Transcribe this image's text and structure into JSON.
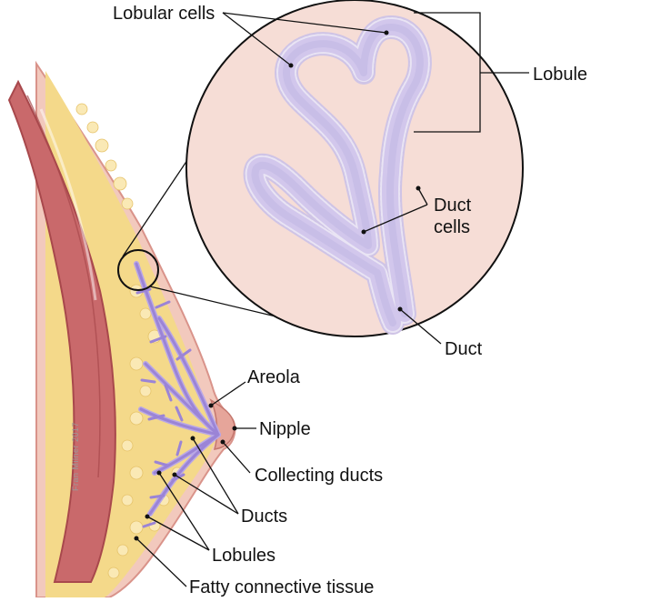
{
  "labels": {
    "lobular_cells": "Lobular cells",
    "lobule": "Lobule",
    "duct_cells_line1": "Duct",
    "duct_cells_line2": "cells",
    "duct": "Duct",
    "areola": "Areola",
    "nipple": "Nipple",
    "collecting_ducts": "Collecting ducts",
    "ducts": "Ducts",
    "lobules": "Lobules",
    "fatty_tissue": "Fatty connective tissue"
  },
  "credit": "Fran Milner 2017",
  "colors": {
    "muscle": "#c9696b",
    "muscle_dark": "#a8484c",
    "fat": "#f4d98a",
    "fat_light": "#fae9b5",
    "skin": "#f2c9bd",
    "skin_edge": "#d9938a",
    "duct": "#9b84d6",
    "duct_dark": "#6f55b8",
    "duct_wall": "#d6cbe8",
    "zoom_bg": "#f6ddd6"
  }
}
